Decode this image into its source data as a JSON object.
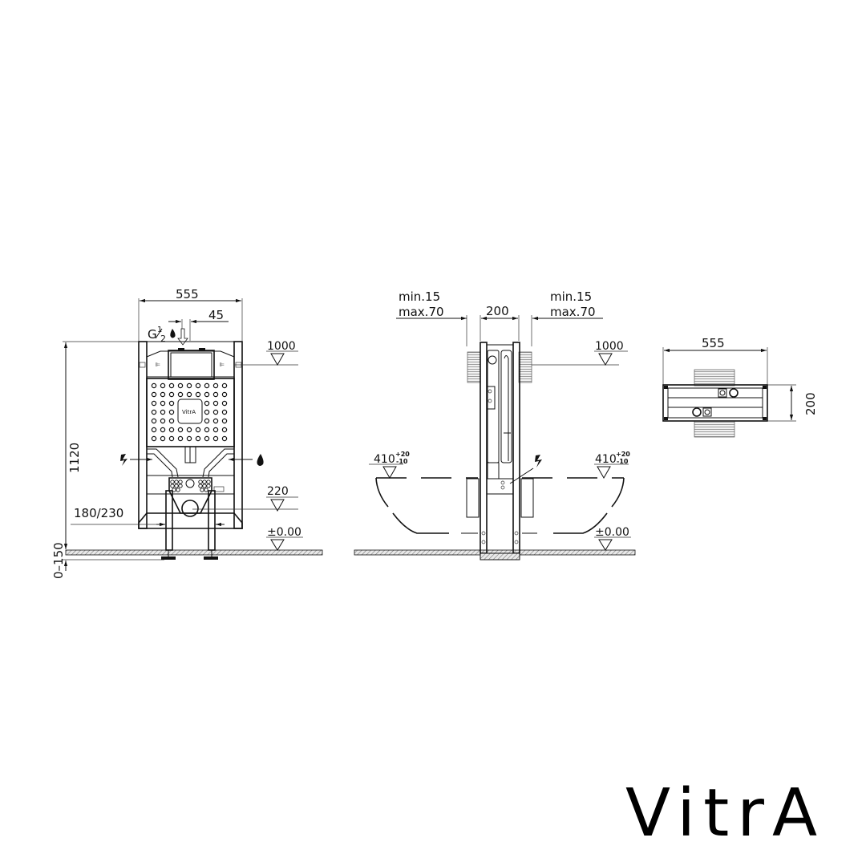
{
  "brand": {
    "logo_text": "VitrA",
    "product_box_logo": "VitrA"
  },
  "front_view": {
    "width_label": "555",
    "offset_label": "45",
    "inlet_label_main": "G",
    "inlet_label_frac_num": "1",
    "inlet_label_frac_den": "2",
    "height_label": "1120",
    "flush_level_label": "1000",
    "outlet_level_label": "220",
    "outlet_spacing_label": "180/230",
    "floor_level_label": "±0.00",
    "foot_adjust_label": "0–150",
    "icons": [
      "electric-icon",
      "water-drop-icon",
      "water-drop-icon"
    ]
  },
  "side_view": {
    "left_clearance_min": "min.15",
    "left_clearance_max": "max.70",
    "depth_label": "200",
    "right_clearance_min": "min.15",
    "right_clearance_max": "max.70",
    "flush_level_label": "1000",
    "seat_level_left_main": "410",
    "seat_level_left_tol_up": "+20",
    "seat_level_left_tol_down": "-10",
    "seat_level_right_main": "410",
    "seat_level_right_tol_up": "+20",
    "seat_level_right_tol_down": "-10",
    "floor_level_label": "±0.00",
    "icons": [
      "electric-icon"
    ]
  },
  "top_view": {
    "width_label": "555",
    "depth_label": "200"
  },
  "colors": {
    "line": "#111111",
    "background": "#ffffff",
    "hatch": "#9a9a9a"
  }
}
